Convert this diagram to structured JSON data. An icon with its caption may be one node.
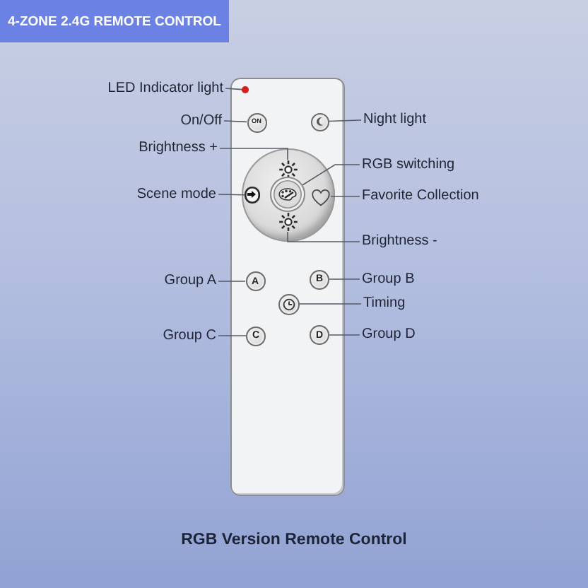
{
  "diagram": {
    "title": "4-ZONE 2.4G REMOTE CONTROL",
    "caption": "RGB Version Remote Control",
    "nodes": [
      {
        "text": [],
        "shape": "box"
      },
      {
        "text": [],
        "shape": "circle",
        "in": 0
      },
      {
        "text": [
          "ON"
        ],
        "in": 0
      },
      {
        "text": [],
        "shape": "circle",
        "in": 0
      },
      {
        "text": [],
        "shape": "circle",
        "in": 0
      },
      {
        "text": [],
        "shape": "picture",
        "in": 4
      },
      {
        "text": [],
        "shape": "circle",
        "in": 4
      },
      {
        "text": [],
        "shape": "circle",
        "in": 4
      },
      {
        "text": [],
        "shape": "heart",
        "in": 4
      },
      {
        "text": [],
        "shape": "picture",
        "in": 4
      },
      {
        "text": [
          "A"
        ],
        "in": 0
      },
      {
        "text": [
          "B"
        ],
        "in": 0
      },
      {
        "text": [],
        "shape": "circle",
        "in": 0
      },
      {
        "text": [
          "C"
        ],
        "in": 0
      },
      {
        "text": [
          "D"
        ],
        "in": 0
      },
      {
        "text": [
          "LED Indicator light"
        ]
      },
      {
        "text": [
          "On/Off"
        ]
      },
      {
        "text": [
          "Night light"
        ]
      },
      {
        "text": [
          "Brightness +"
        ]
      },
      {
        "text": [
          "RGB switching"
        ]
      },
      {
        "text": [
          "Scene mode"
        ]
      },
      {
        "text": [
          "Favorite Collection"
        ]
      },
      {
        "text": [
          "Brightness -"
        ]
      },
      {
        "text": [
          "Group A"
        ]
      },
      {
        "text": [
          "Group B"
        ]
      },
      {
        "text": [
          "Timing"
        ]
      },
      {
        "text": [
          "Group C"
        ]
      },
      {
        "text": [
          "Group D"
        ]
      }
    ],
    "edges": [
      {
        "from": 15,
        "to": 1,
        "arrow": "none"
      },
      {
        "from": 16,
        "to": 2,
        "arrow": "none"
      },
      {
        "from": 17,
        "to": 3,
        "arrow": "none"
      },
      {
        "from": 18,
        "to": 5,
        "arrow": "none"
      },
      {
        "from": 19,
        "to": 7,
        "arrow": "none"
      },
      {
        "from": 20,
        "to": 6,
        "arrow": "none"
      },
      {
        "from": 21,
        "to": 8,
        "arrow": "none"
      },
      {
        "from": 22,
        "to": 9,
        "arrow": "none"
      },
      {
        "from": 23,
        "to": 10,
        "arrow": "none"
      },
      {
        "from": 24,
        "to": 11,
        "arrow": "none"
      },
      {
        "from": 25,
        "to": 12,
        "arrow": "none"
      },
      {
        "from": 26,
        "to": 13,
        "arrow": "none"
      },
      {
        "from": 27,
        "to": 14,
        "arrow": "none"
      }
    ]
  }
}
